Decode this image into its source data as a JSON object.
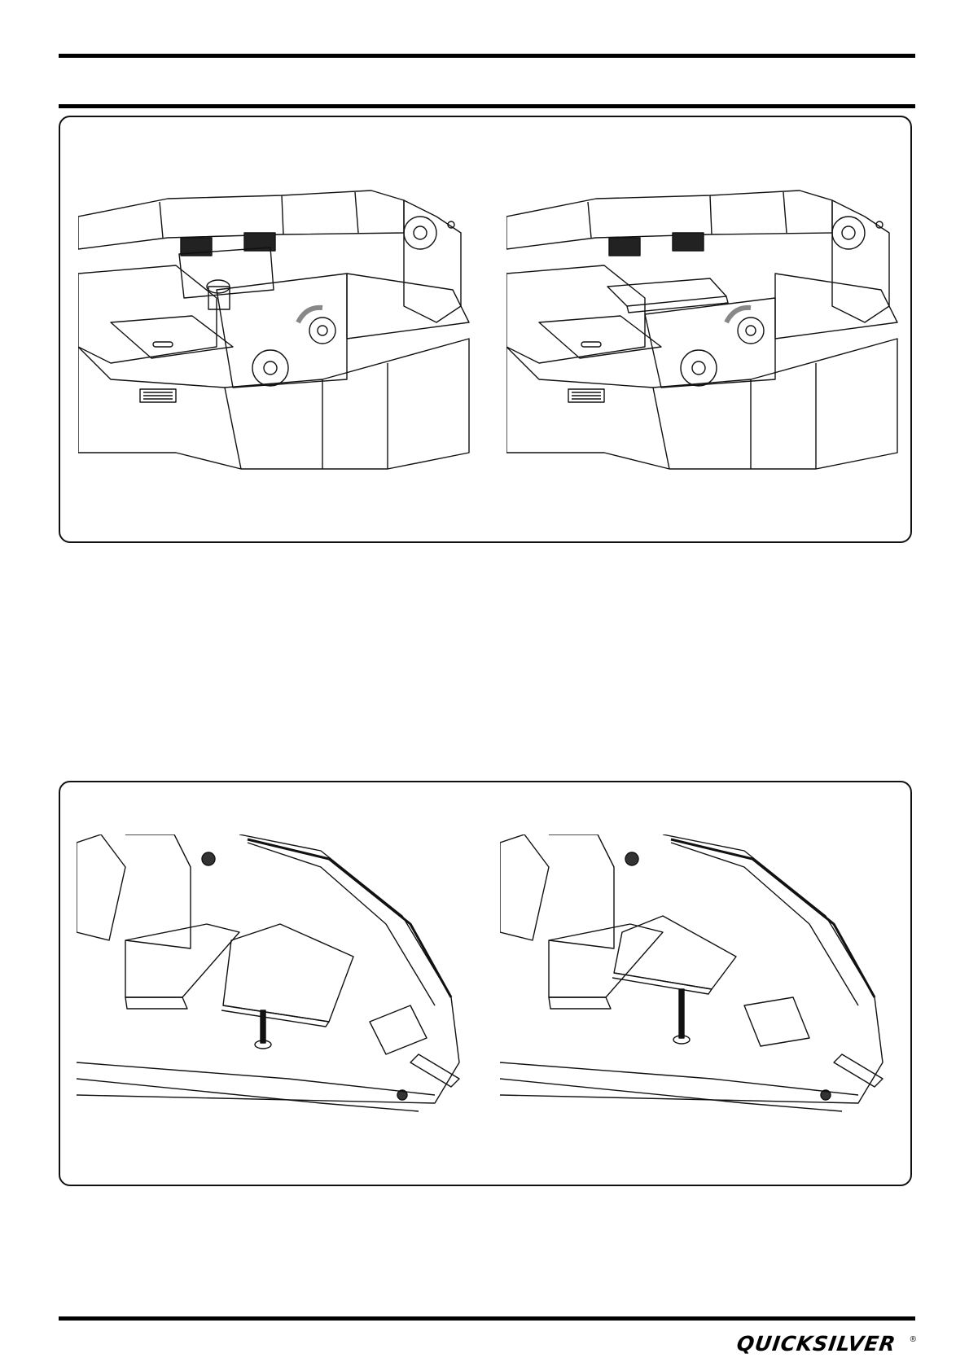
{
  "images": [
    {
      "id": "stern-locker-open",
      "alt": ""
    },
    {
      "id": "stern-locker-closed",
      "alt": ""
    },
    {
      "id": "bow-seat-raised",
      "alt": ""
    },
    {
      "id": "bow-seat-lowered",
      "alt": ""
    }
  ],
  "footer": {
    "logo_text": "QUICKSILVER",
    "logo_mark": "®"
  }
}
